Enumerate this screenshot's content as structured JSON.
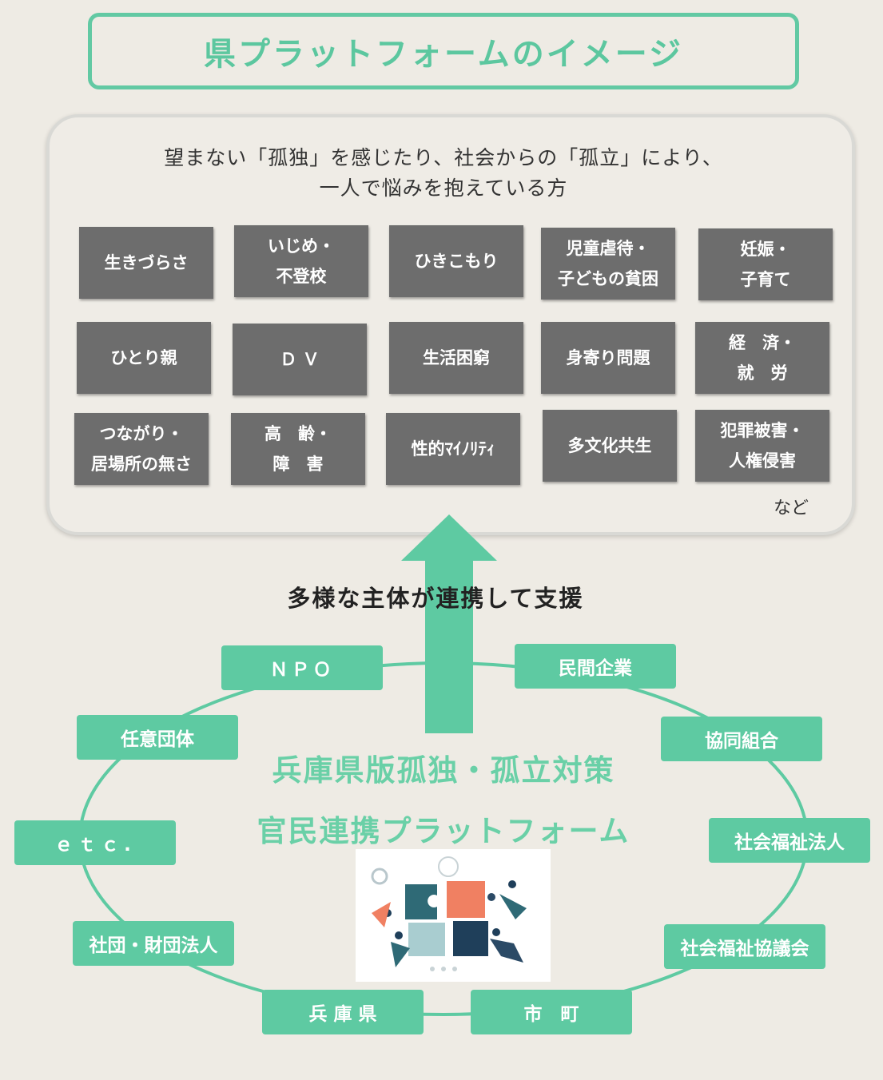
{
  "title": "県プラットフォームのイメージ",
  "panel": {
    "line1": "望まない「孤独」を感じたり、社会からの「孤立」により、",
    "line2": "一人で悩みを抱えている方",
    "issues": [
      {
        "l1": "生きづらさ",
        "l2": ""
      },
      {
        "l1": "いじめ・",
        "l2": "不登校"
      },
      {
        "l1": "ひきこもり",
        "l2": ""
      },
      {
        "l1": "児童虐待・",
        "l2": "子どもの貧困"
      },
      {
        "l1": "妊娠・",
        "l2": "子育て"
      },
      {
        "l1": "ひとり親",
        "l2": ""
      },
      {
        "l1": "Ｄ Ｖ",
        "l2": ""
      },
      {
        "l1": "生活困窮",
        "l2": ""
      },
      {
        "l1": "身寄り問題",
        "l2": ""
      },
      {
        "l1": "経　済・",
        "l2": "就　労"
      },
      {
        "l1": "つながり・",
        "l2": "居場所の無さ"
      },
      {
        "l1": "高　齢・",
        "l2": "障　害"
      },
      {
        "l1": "性的ﾏｲﾉﾘﾃｨ",
        "l2": ""
      },
      {
        "l1": "多文化共生",
        "l2": ""
      },
      {
        "l1": "犯罪被害・",
        "l2": "人権侵害"
      }
    ],
    "nado": "など"
  },
  "support_label": "多様な主体が連携して支援",
  "center": {
    "line1": "兵庫県版孤独・孤立対策",
    "line2": "官民連携プラットフォーム"
  },
  "actors": {
    "npo": "ＮＰＯ",
    "company": "民間企業",
    "voluntary": "任意団体",
    "coop": "協同組合",
    "etc": "ｅｔｃ.",
    "welfare_corp": "社会福祉法人",
    "foundation": "社団・財団法人",
    "welfare_council": "社会福祉協議会",
    "prefecture": "兵 庫 県",
    "municipality": "市　町"
  },
  "colors": {
    "accent_green": "#5ecaa2",
    "issue_grey": "#6d6d6d",
    "background": "#eeebe4"
  }
}
